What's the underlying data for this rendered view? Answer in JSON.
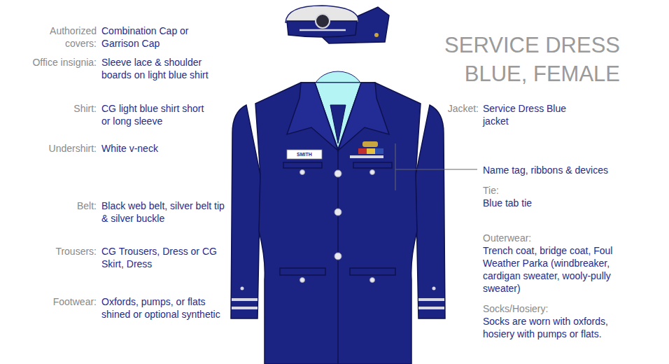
{
  "diagram": {
    "title": "SERVICE DRESS BLUE, FEMALE",
    "labels": [
      "Authorized covers:",
      "Combination Cap or Garrison Cap",
      "Office insignia:",
      "Sleeve lace & shoulder boards on light blue shirt",
      "Shirt:",
      "CG light blue shirt short or long sleeve",
      "Undershirt:",
      "White v-neck",
      "Belt:",
      "Black web belt, silver belt tip & silver buckle",
      "Trousers:",
      "CG Trousers, Dress or CG Skirt, Dress",
      "Footwear:",
      "Oxfords, pumps, or flats shined or optional synthetic",
      "Jacket:",
      "Service Dress Blue jacket",
      "Name tag, ribbons & devices",
      "Tie:",
      "Blue tab tie",
      "Outerwear:",
      "Trench coat, bridge coat, Foul Weather Parka (windbreaker, cardigan sweater, wooly-pully sweater)",
      "Socks/Hosiery:",
      "Socks are worn with oxfords, hosiery with pumps or flats.",
      "SMITH"
    ]
  }
}
